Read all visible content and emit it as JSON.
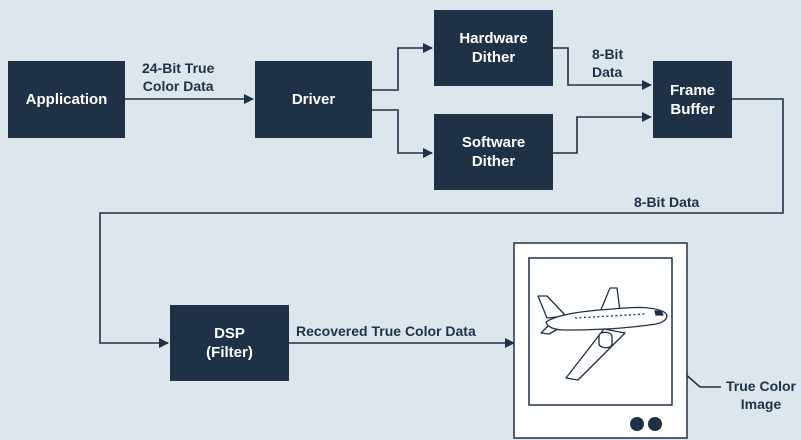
{
  "diagram": {
    "nodes": {
      "application": "Application",
      "driver": "Driver",
      "hardware_dither": "Hardware\nDither",
      "software_dither": "Software\nDither",
      "frame_buffer": "Frame\nBuffer",
      "dsp_filter": "DSP\n(Filter)"
    },
    "edge_labels": {
      "true_color_24bit": "24-Bit True\nColor Data",
      "eight_bit_data_short": "8-Bit\nData",
      "eight_bit_data": "8-Bit Data",
      "recovered_true_color": "Recovered True Color Data",
      "true_color_image": "True Color\nImage"
    },
    "colors": {
      "box_fill": "#1e3147",
      "line": "#1e3147",
      "background": "#dde6ec",
      "monitor_fill": "#ffffff"
    },
    "monitor_image_icon": "airplane-icon"
  }
}
